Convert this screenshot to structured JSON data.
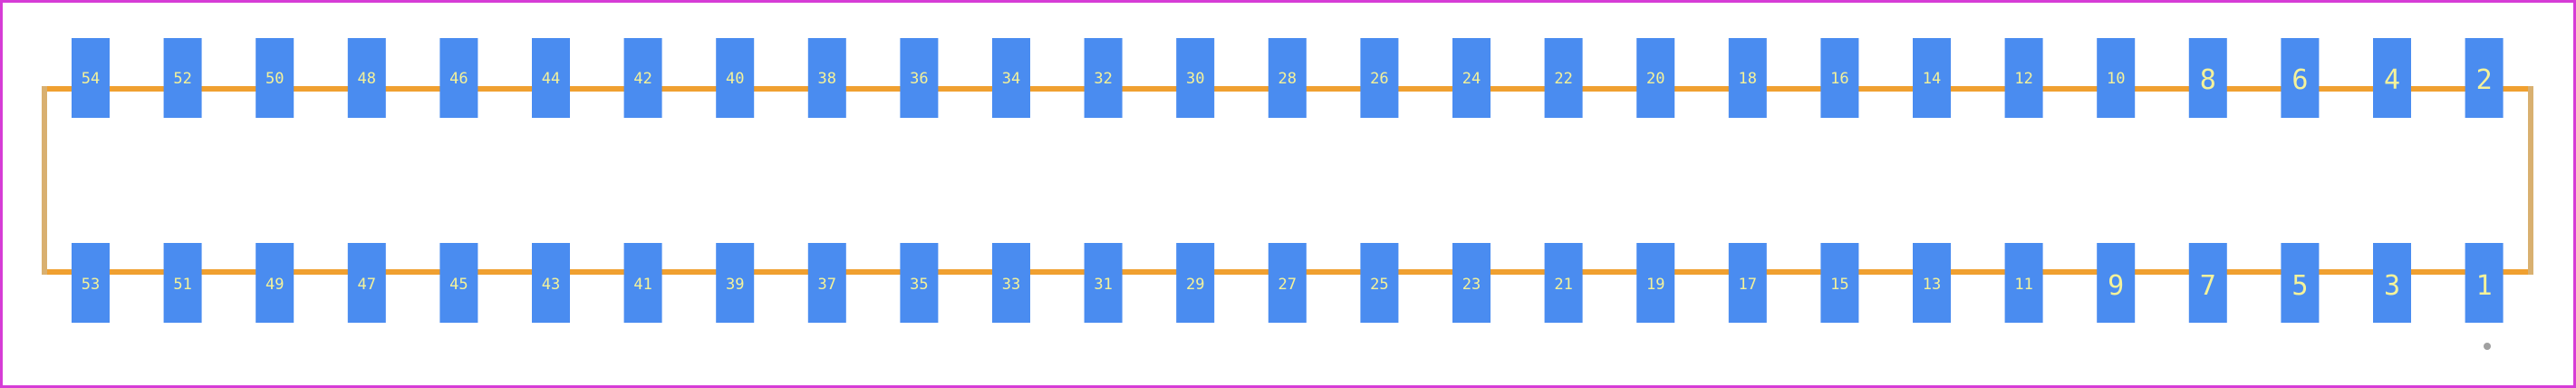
{
  "footprint": {
    "top_pins": [
      "54",
      "52",
      "50",
      "48",
      "46",
      "44",
      "42",
      "40",
      "38",
      "36",
      "34",
      "32",
      "30",
      "28",
      "26",
      "24",
      "22",
      "20",
      "18",
      "16",
      "14",
      "12",
      "10",
      "8",
      "6",
      "4",
      "2"
    ],
    "bottom_pins": [
      "53",
      "51",
      "49",
      "47",
      "45",
      "43",
      "41",
      "39",
      "37",
      "35",
      "33",
      "31",
      "29",
      "27",
      "25",
      "23",
      "21",
      "19",
      "17",
      "15",
      "13",
      "11",
      "9",
      "7",
      "5",
      "3",
      "1"
    ],
    "colors": {
      "border": "#d63cd6",
      "outline": "#f0a030",
      "outline_side": "#d9b070",
      "pad": "#4a8cf0",
      "label": "#f4f29a",
      "marker": "#a0a0a0"
    }
  }
}
